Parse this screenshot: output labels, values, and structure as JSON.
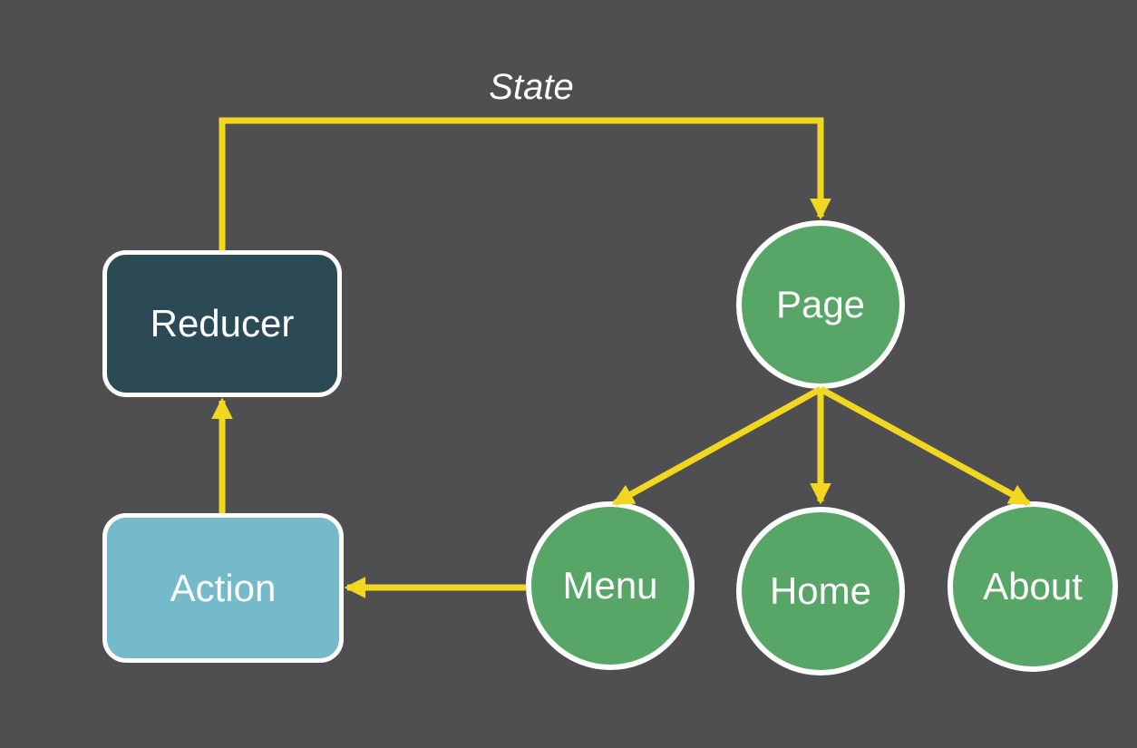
{
  "diagram": {
    "type": "flow-diagram",
    "state_label": "State",
    "colors": {
      "background": "#4F4F52",
      "connector": "#F1D71F",
      "node_border": "#FFFFFF",
      "text": "#FFFFFF"
    },
    "nodes": {
      "reducer": {
        "label": "Reducer",
        "shape": "rounded-rectangle",
        "fill": "#2C4A56"
      },
      "action": {
        "label": "Action",
        "shape": "rounded-rectangle",
        "fill": "#74BACB"
      },
      "page": {
        "label": "Page",
        "shape": "circle",
        "fill": "#57A667"
      },
      "menu": {
        "label": "Menu",
        "shape": "circle",
        "fill": "#57A667"
      },
      "home": {
        "label": "Home",
        "shape": "circle",
        "fill": "#57A667"
      },
      "about": {
        "label": "About",
        "shape": "circle",
        "fill": "#57A667"
      }
    },
    "edges": [
      {
        "from": "reducer",
        "to": "page",
        "label": "State",
        "style": "elbow"
      },
      {
        "from": "action",
        "to": "reducer",
        "label": "",
        "style": "straight"
      },
      {
        "from": "menu",
        "to": "action",
        "label": "",
        "style": "straight"
      },
      {
        "from": "page",
        "to": "menu",
        "label": "",
        "style": "straight"
      },
      {
        "from": "page",
        "to": "home",
        "label": "",
        "style": "straight"
      },
      {
        "from": "page",
        "to": "about",
        "label": "",
        "style": "straight"
      }
    ]
  }
}
